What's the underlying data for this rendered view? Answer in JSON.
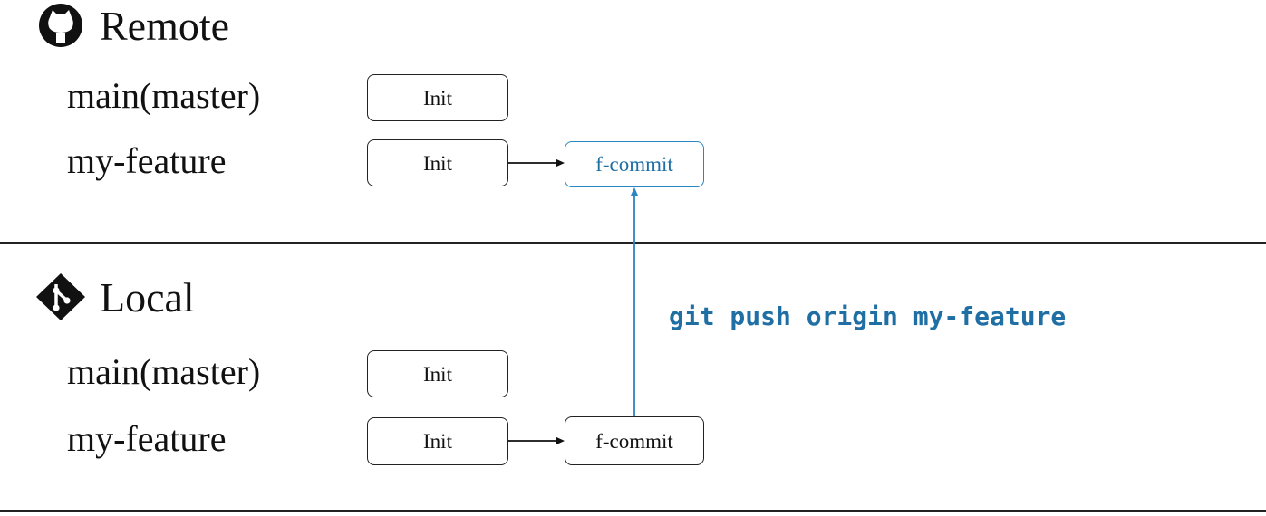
{
  "remote": {
    "title": "Remote",
    "icon": "github-icon",
    "branches": [
      {
        "name": "main(master)",
        "commits": [
          "Init"
        ]
      },
      {
        "name": "my-feature",
        "commits": [
          "Init",
          "f-commit"
        ]
      }
    ]
  },
  "local": {
    "title": "Local",
    "icon": "git-icon",
    "branches": [
      {
        "name": "main(master)",
        "commits": [
          "Init"
        ]
      },
      {
        "name": "my-feature",
        "commits": [
          "Init",
          "f-commit"
        ]
      }
    ]
  },
  "command": "git push origin my-feature",
  "colors": {
    "accent": "#1f6fa5",
    "ink": "#111111"
  }
}
